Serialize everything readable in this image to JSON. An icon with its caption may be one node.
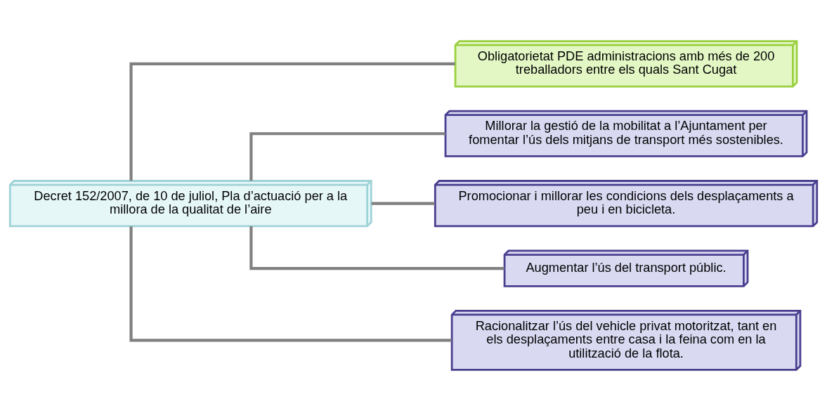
{
  "diagram": {
    "nodes": [
      {
        "text": [
          "Decret 152/2007, de 10 de juliol, Pla d’actuació per a la millora de la qualitat de l’aire"
        ]
      },
      {
        "text": [
          "Obligatorietat PDE administracions amb més de 200 treballadors entre els quals Sant Cugat"
        ]
      },
      {
        "text": [
          "Millorar la gestió de la mobilitat a l’Ajuntament per fomentar l’ús dels mitjans de transport més sostenibles."
        ]
      },
      {
        "text": [
          "Promocionar i millorar les condicions dels desplaçaments a peu i en bicicleta."
        ]
      },
      {
        "text": [
          "Augmentar l’ús del transport públic."
        ]
      },
      {
        "text": [
          "Racionalitzar l’ús del vehicle privat motoritzat, tant en els desplaçaments entre casa i la feina com en la utilització de la flota."
        ]
      }
    ],
    "edges": [
      {
        "from": 0,
        "to": 1,
        "arrow": "none"
      },
      {
        "from": 0,
        "to": 2,
        "arrow": "none"
      },
      {
        "from": 0,
        "to": 3,
        "arrow": "none"
      },
      {
        "from": 0,
        "to": 4,
        "arrow": "none"
      },
      {
        "from": 0,
        "to": 5,
        "arrow": "none"
      }
    ]
  }
}
